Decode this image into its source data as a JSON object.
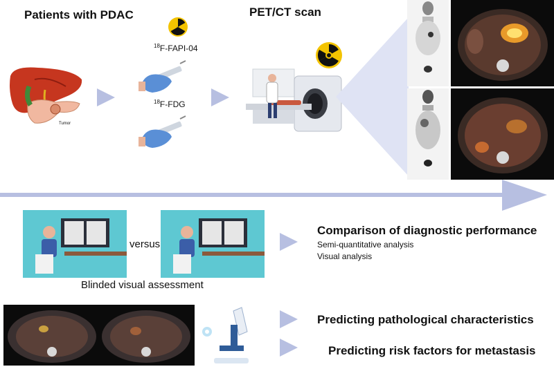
{
  "top": {
    "patients_title": "Patients with PDAC",
    "scan_title": "PET/CT scan",
    "tumor_label": "Tumor",
    "tracer1_sup": "18",
    "tracer1_name": "F-FAPI-04",
    "tracer2_sup": "18",
    "tracer2_name": "F-FDG"
  },
  "middle": {
    "versus": "versus",
    "blinded": "Blinded visual assessment",
    "comparison_title": "Comparison of diagnostic performance",
    "comparison_items": [
      "Semi-quantitative analysis",
      "Visual analysis"
    ]
  },
  "bottom": {
    "pathology": "Predicting pathological characteristics",
    "metastasis": "Predicting risk factors for metastasis"
  },
  "icons": [
    "liver-pancreas-icon",
    "radiation-icon",
    "syringe-icon",
    "pet-ct-scanner-icon",
    "doctor-icon",
    "monitor-icon",
    "microscope-icon"
  ],
  "colors": {
    "arrow": "#b7bfe1",
    "panel": "#5ec8d2",
    "glove": "#5a8fd6",
    "radiation": "#f3c300"
  }
}
